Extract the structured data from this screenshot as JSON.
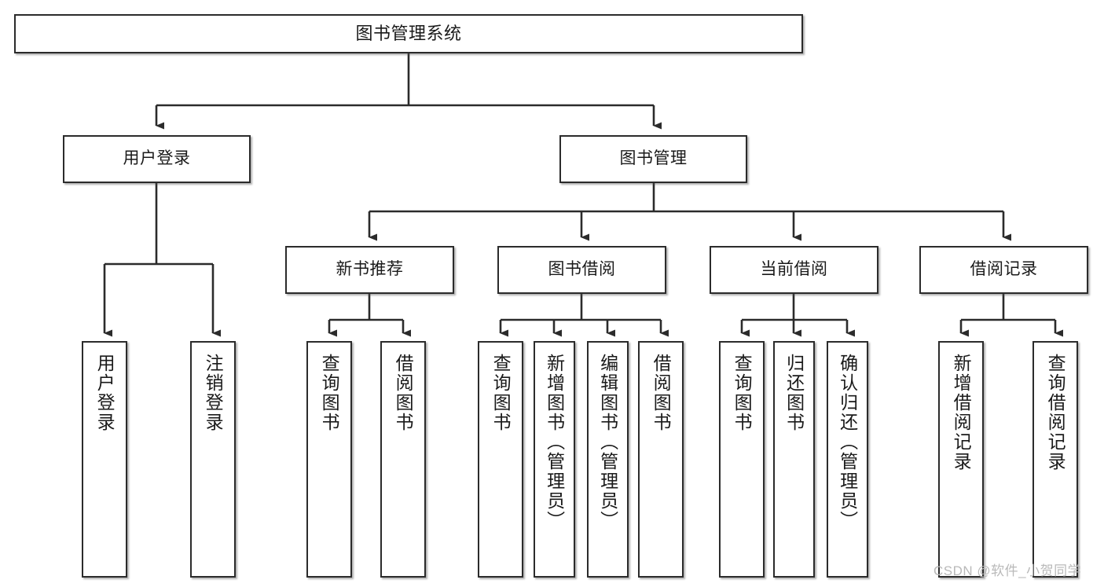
{
  "diagram": {
    "title": "图书管理系统",
    "type": "hierarchy-tree",
    "watermark": "CSDN @软件_小贺同学",
    "colors": {
      "box_border": "#2b2b2b",
      "box_fill": "#ffffff",
      "connector": "#2b2b2b",
      "text": "#1a1a1a",
      "watermark": "#b9b9b9"
    },
    "nodes": {
      "root": {
        "label": "图书管理系统",
        "level": 1
      },
      "user_login": {
        "label": "用户登录",
        "level": 2
      },
      "book_manage": {
        "label": "图书管理",
        "level": 2
      },
      "new_book_rec": {
        "label": "新书推荐",
        "level": 3
      },
      "book_borrow": {
        "label": "图书借阅",
        "level": 3
      },
      "current_borrow": {
        "label": "当前借阅",
        "level": 3
      },
      "borrow_record": {
        "label": "借阅记录",
        "level": 3
      },
      "leaf_user_login": {
        "label": "用户登录",
        "level": 4
      },
      "leaf_logout": {
        "label": "注销登录",
        "level": 4
      },
      "leaf_query_book_1": {
        "label": "查询图书",
        "level": 4
      },
      "leaf_borrow_book_1": {
        "label": "借阅图书",
        "level": 4
      },
      "leaf_query_book_2": {
        "label": "查询图书",
        "level": 4
      },
      "leaf_add_book": {
        "label": "新增图书（管理员）",
        "level": 4
      },
      "leaf_edit_book": {
        "label": "编辑图书（管理员）",
        "level": 4
      },
      "leaf_borrow_book_2": {
        "label": "借阅图书",
        "level": 4
      },
      "leaf_query_book_3": {
        "label": "查询图书",
        "level": 4
      },
      "leaf_return_book": {
        "label": "归还图书",
        "level": 4
      },
      "leaf_confirm_return": {
        "label": "确认归还（管理员）",
        "level": 4
      },
      "leaf_add_record": {
        "label": "新增借阅记录",
        "level": 4
      },
      "leaf_query_record": {
        "label": "查询借阅记录",
        "level": 4
      }
    }
  }
}
